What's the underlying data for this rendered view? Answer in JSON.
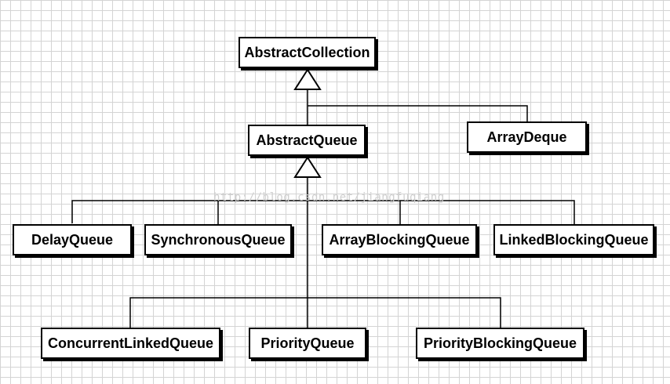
{
  "watermark": "http://blog.csdn.net/jiangfuqiang",
  "classes": {
    "abstract_collection": "AbstractCollection",
    "abstract_queue": "AbstractQueue",
    "array_deque": "ArrayDeque",
    "delay_queue": "DelayQueue",
    "synchronous_queue": "SynchronousQueue",
    "array_blocking_queue": "ArrayBlockingQueue",
    "linked_blocking_queue": "LinkedBlockingQueue",
    "concurrent_linked_queue": "ConcurrentLinkedQueue",
    "priority_queue": "PriorityQueue",
    "priority_blocking_queue": "PriorityBlockingQueue"
  },
  "colors": {
    "line": "#000000",
    "box_fill": "#ffffff",
    "grid": "#d4d4d4"
  }
}
